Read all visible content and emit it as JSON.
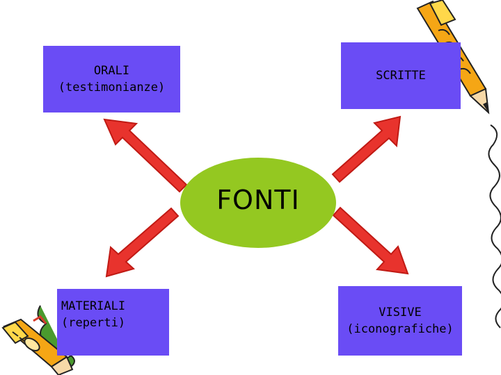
{
  "center": {
    "label": "FONTI"
  },
  "boxes": {
    "orali": {
      "title": "ORALI",
      "subtitle": "(testimonianze)"
    },
    "scritte": {
      "title": "SCRITTE",
      "subtitle": ""
    },
    "materiali": {
      "title": "MATERIALI",
      "subtitle": "(reperti)"
    },
    "visive": {
      "title": "VISIVE",
      "subtitle": "(iconografiche)"
    }
  },
  "colors": {
    "box_fill": "#6a4cf5",
    "center_fill": "#94c821",
    "arrow_fill": "#e8332d",
    "arrow_outline": "#c01a14"
  },
  "decorations": [
    "pencil-clipart",
    "paper-clipart"
  ]
}
